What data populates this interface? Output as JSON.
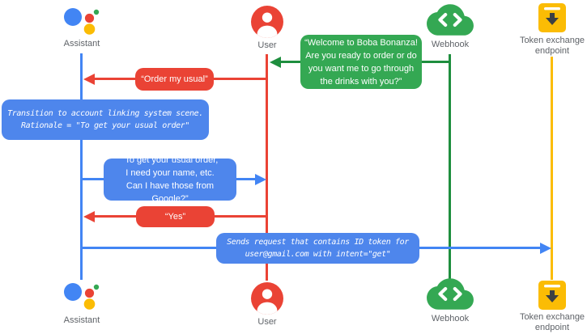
{
  "colors": {
    "blue_line": "#4285F4",
    "blue_bubble": "#4E86EC",
    "red": "#EA4335",
    "green_bubble": "#34A853",
    "green_line": "#1E8E3E",
    "amber": "#FBBC04",
    "label_gray": "#5F6368",
    "arrow_glyph_dark": "#3C4043",
    "background": "#FFFFFF"
  },
  "actors": {
    "assistant": {
      "label": "Assistant",
      "icon": "google-assistant-icon"
    },
    "user": {
      "label": "User",
      "icon": "user-icon"
    },
    "webhook": {
      "label": "Webhook",
      "icon": "webhook-cloud-icon"
    },
    "token_endpoint": {
      "label": "Token exchange\nendpoint",
      "icon": "token-endpoint-icon"
    }
  },
  "messages": {
    "welcome": {
      "text": "“Welcome to Boba Bonanza!\nAre you ready to order or do\nyou want me to go through\nthe drinks with you?”",
      "from": "webhook",
      "to": "user",
      "kind": "speech",
      "color": "green"
    },
    "order_usual": {
      "text": "“Order my usual”",
      "from": "user",
      "to": "assistant",
      "kind": "speech",
      "color": "red"
    },
    "transition_note": {
      "text": "Transition to account linking system scene.\nRationale = \"To get your usual order\"",
      "from": "assistant",
      "to": "assistant",
      "kind": "system-note",
      "color": "blue"
    },
    "ask_permission": {
      "text": "“To get your usual order,\nI need your name, etc.\nCan I have those from Google?”",
      "from": "assistant",
      "to": "user",
      "kind": "speech",
      "color": "blue"
    },
    "yes": {
      "text": "“Yes”",
      "from": "user",
      "to": "assistant",
      "kind": "speech",
      "color": "red"
    },
    "send_request": {
      "text": "Sends request that contains ID token for\nuser@gmail.com with intent=\"get\"",
      "from": "assistant",
      "to": "token_endpoint",
      "kind": "system",
      "color": "blue"
    }
  }
}
